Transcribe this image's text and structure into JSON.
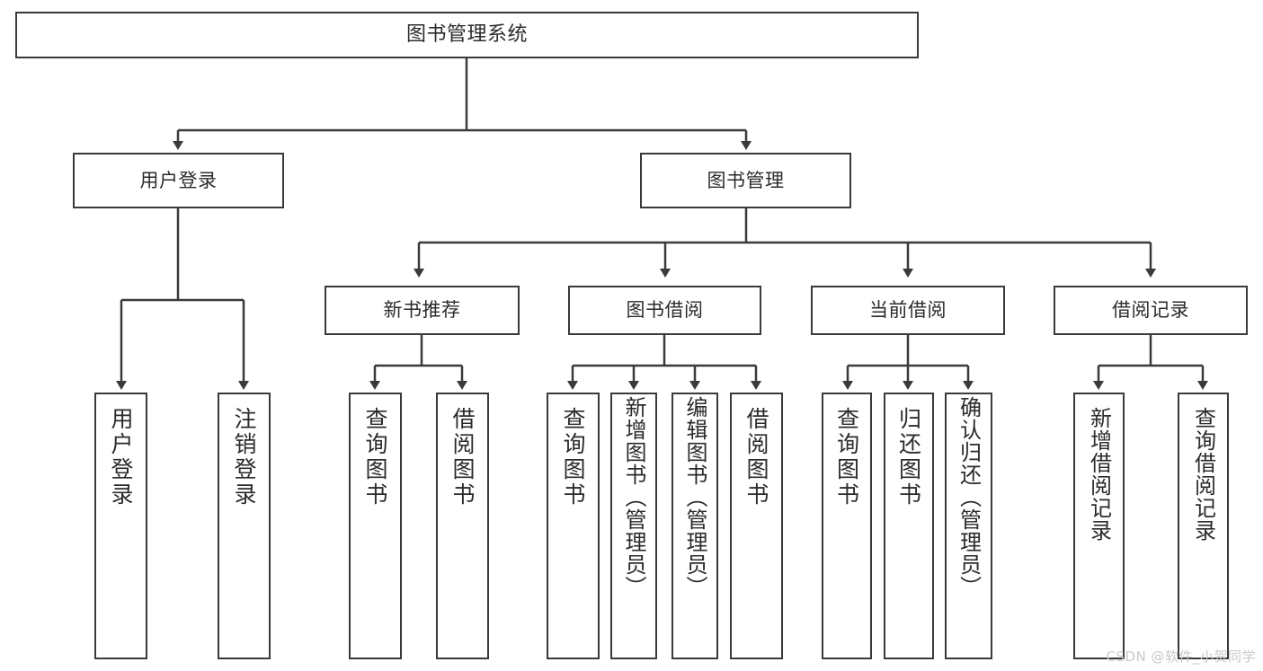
{
  "diagram": {
    "type": "tree",
    "title": "图书管理系统",
    "stroke_color": "#3a3a3a",
    "text_color": "#2b2b2b",
    "background_color": "#ffffff"
  },
  "root": {
    "label": "图书管理系统"
  },
  "level2": [
    {
      "label": "用户登录"
    },
    {
      "label": "图书管理"
    }
  ],
  "level3": [
    {
      "label": "新书推荐"
    },
    {
      "label": "图书借阅"
    },
    {
      "label": "当前借阅"
    },
    {
      "label": "借阅记录"
    }
  ],
  "leaves": {
    "user_login": [
      {
        "label": "用户登录"
      },
      {
        "label": "注销登录"
      }
    ],
    "new_book_recommend": [
      {
        "label": "查询图书"
      },
      {
        "label": "借阅图书"
      }
    ],
    "book_borrow": [
      {
        "label": "查询图书"
      },
      {
        "label": "新增图书（管理员）"
      },
      {
        "label": "编辑图书（管理员）"
      },
      {
        "label": "借阅图书"
      }
    ],
    "current_borrow": [
      {
        "label": "查询图书"
      },
      {
        "label": "归还图书"
      },
      {
        "label": "确认归还（管理员）"
      }
    ],
    "borrow_record": [
      {
        "label": "新增借阅记录"
      },
      {
        "label": "查询借阅记录"
      }
    ]
  },
  "watermark": {
    "text": "CSDN @软件_小贺同学",
    "color": "#c9c9c9"
  }
}
